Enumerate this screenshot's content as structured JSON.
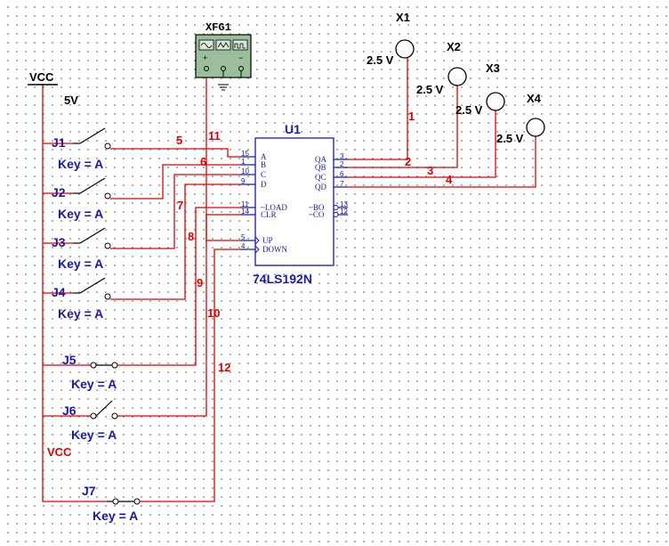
{
  "power": {
    "vcc_label": "VCC",
    "vcc_value": "5V",
    "vcc_bottom_label": "VCC"
  },
  "function_generator": {
    "name": "XFG1"
  },
  "chip": {
    "ref": "U1",
    "part": "74LS192N",
    "inputs_left": [
      {
        "num": "15",
        "name": "A"
      },
      {
        "num": "1",
        "name": "B"
      },
      {
        "num": "10",
        "name": "C"
      },
      {
        "num": "9",
        "name": "D"
      },
      {
        "num": "11",
        "name": "~LOAD"
      },
      {
        "num": "14",
        "name": "CLR"
      },
      {
        "num": "5",
        "name": "UP"
      },
      {
        "num": "4",
        "name": "DOWN"
      }
    ],
    "outputs_right": [
      {
        "num": "3",
        "name": "QA"
      },
      {
        "num": "2",
        "name": "QB"
      },
      {
        "num": "6",
        "name": "QC"
      },
      {
        "num": "7",
        "name": "QD"
      },
      {
        "num": "13",
        "name": "~BO"
      },
      {
        "num": "12",
        "name": "~CO"
      }
    ]
  },
  "switches": [
    {
      "ref": "J1",
      "key": "Key = A"
    },
    {
      "ref": "J2",
      "key": "Key = A"
    },
    {
      "ref": "J3",
      "key": "Key = A"
    },
    {
      "ref": "J4",
      "key": "Key = A"
    },
    {
      "ref": "J5",
      "key": "Key = A"
    },
    {
      "ref": "J6",
      "key": "Key = A"
    },
    {
      "ref": "J7",
      "key": "Key = A"
    }
  ],
  "probes": [
    {
      "ref": "X1",
      "voltage": "2.5 V"
    },
    {
      "ref": "X2",
      "voltage": "2.5 V"
    },
    {
      "ref": "X3",
      "voltage": "2.5 V"
    },
    {
      "ref": "X4",
      "voltage": "2.5 V"
    }
  ],
  "nets": [
    "1",
    "2",
    "3",
    "4",
    "5",
    "6",
    "7",
    "8",
    "9",
    "10",
    "11",
    "12"
  ],
  "colors": {
    "wire": "#e00000",
    "component": "#1a1aa6",
    "label": "#000000",
    "generator_fill": "#9bbf9b"
  }
}
